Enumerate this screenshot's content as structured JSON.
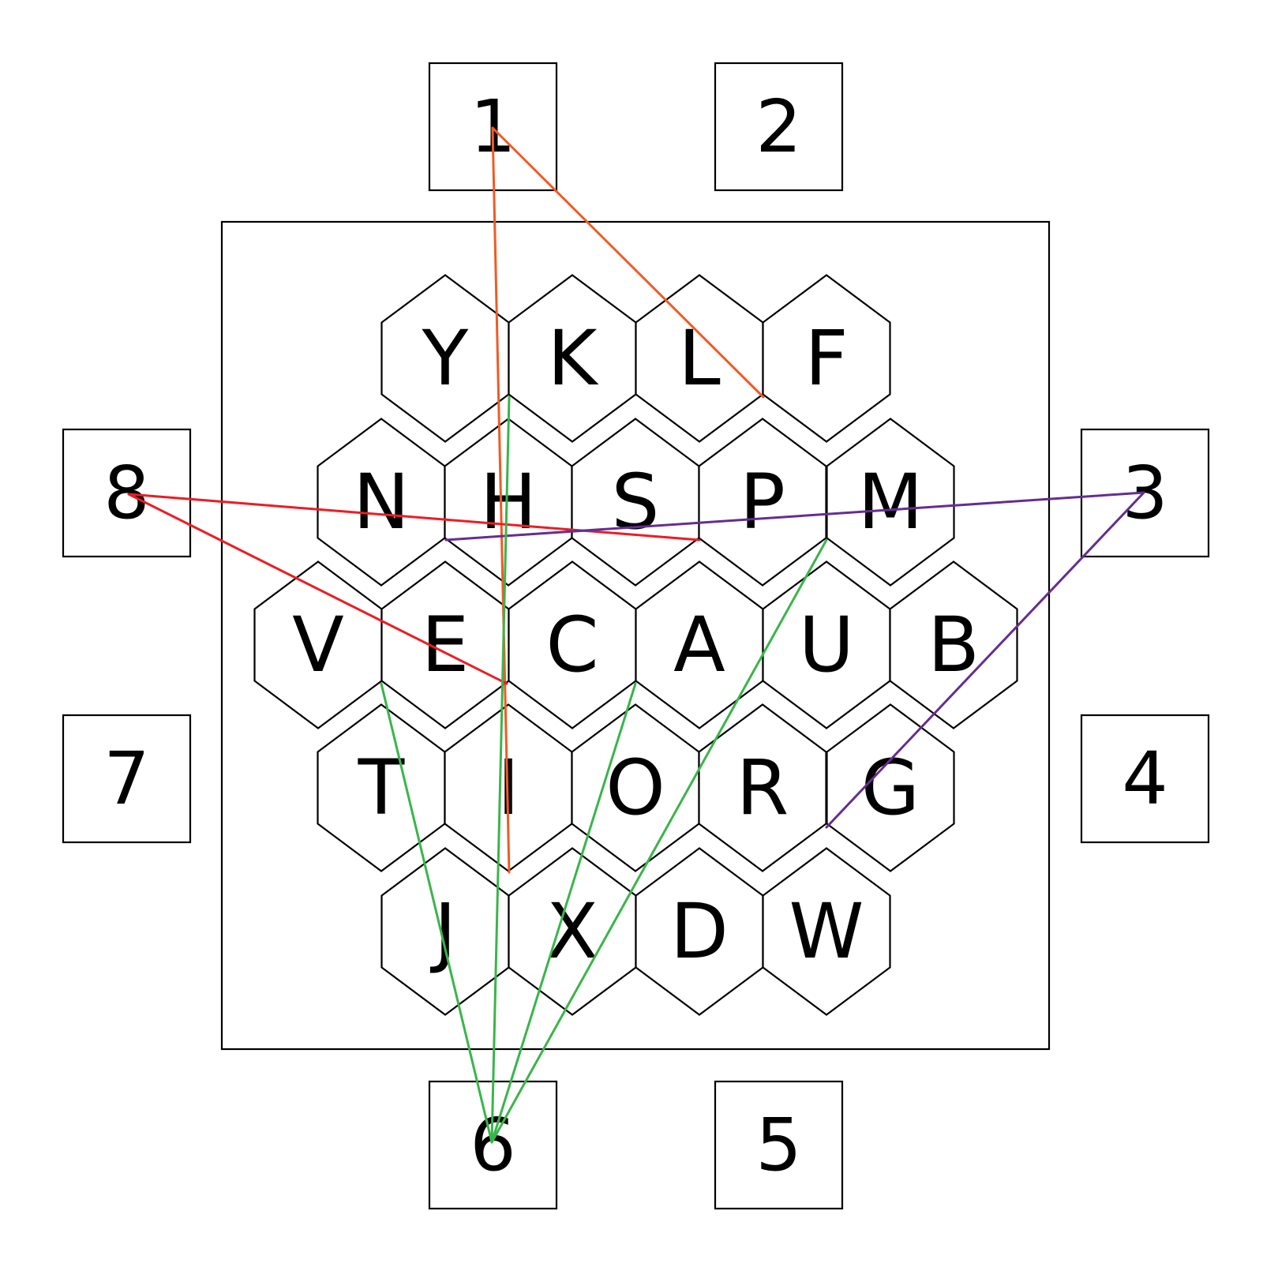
{
  "hex_grid": {
    "cells": [
      {
        "id": "Y",
        "label": "Y"
      },
      {
        "id": "K",
        "label": "K"
      },
      {
        "id": "L",
        "label": "L"
      },
      {
        "id": "F",
        "label": "F"
      },
      {
        "id": "N",
        "label": "N"
      },
      {
        "id": "H",
        "label": "H"
      },
      {
        "id": "S",
        "label": "S"
      },
      {
        "id": "P",
        "label": "P"
      },
      {
        "id": "M",
        "label": "M"
      },
      {
        "id": "V",
        "label": "V"
      },
      {
        "id": "E",
        "label": "E"
      },
      {
        "id": "C",
        "label": "C"
      },
      {
        "id": "A",
        "label": "A"
      },
      {
        "id": "U",
        "label": "U"
      },
      {
        "id": "B",
        "label": "B"
      },
      {
        "id": "T",
        "label": "T"
      },
      {
        "id": "I",
        "label": "I"
      },
      {
        "id": "O",
        "label": "O"
      },
      {
        "id": "R",
        "label": "R"
      },
      {
        "id": "G",
        "label": "G"
      },
      {
        "id": "J",
        "label": "J"
      },
      {
        "id": "X",
        "label": "X"
      },
      {
        "id": "D",
        "label": "D"
      },
      {
        "id": "W",
        "label": "W"
      }
    ]
  },
  "ports": [
    {
      "id": "1",
      "label": "1"
    },
    {
      "id": "2",
      "label": "2"
    },
    {
      "id": "3",
      "label": "3"
    },
    {
      "id": "4",
      "label": "4"
    },
    {
      "id": "5",
      "label": "5"
    },
    {
      "id": "6",
      "label": "6"
    },
    {
      "id": "7",
      "label": "7"
    },
    {
      "id": "8",
      "label": "8"
    }
  ],
  "routes": [
    {
      "id": "orange",
      "color": "#f15a24"
    },
    {
      "id": "red",
      "color": "#ed1c24"
    },
    {
      "id": "purple",
      "color": "#662d91"
    },
    {
      "id": "green",
      "color": "#39b54a"
    }
  ]
}
